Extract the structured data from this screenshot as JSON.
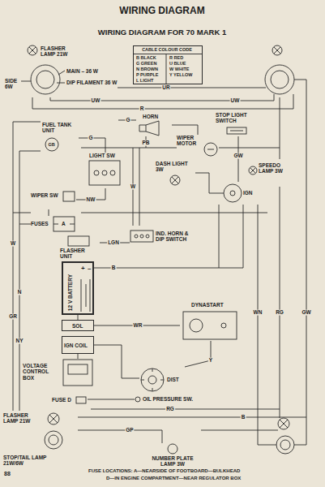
{
  "diagram": {
    "title": "WIRING DIAGRAM",
    "nodes": [
      {
        "text": [
          "FLASHER LAMP 21W",
          "MAIN – 36 W",
          "DIP FILAMENT 36 W",
          "SIDE 6W"
        ]
      },
      {
        "text": [
          "CABLE COLOUR CODE",
          "B BLACK",
          "R RED",
          "G GREEN",
          "U BLUE",
          "N BROWN",
          "W WHITE",
          "P PURPLE",
          "Y YELLOW",
          "L LIGHT"
        ]
      },
      {
        "text": [
          "FUEL TANK UNIT",
          "GB"
        ]
      },
      {
        "text": [
          "HORN"
        ]
      },
      {
        "text": [
          "WIPER MOTOR"
        ]
      },
      {
        "text": [
          "STOP LIGHT SWITCH"
        ]
      },
      {
        "text": [
          "LIGHT SW"
        ]
      },
      {
        "text": [
          "DASH LIGHT 3W"
        ]
      },
      {
        "text": [
          "SPEEDO LAMP 3W"
        ]
      },
      {
        "text": [
          "IGN"
        ]
      },
      {
        "text": [
          "WIPER SW"
        ]
      },
      {
        "text": [
          "FUSES",
          "A"
        ]
      },
      {
        "text": [
          "FLASHER UNIT"
        ]
      },
      {
        "text": [
          "IND. HORN & DIP SWITCH"
        ]
      },
      {
        "text": [
          "12 V BATTERY",
          "+",
          "–"
        ]
      },
      {
        "text": [
          "SOL"
        ]
      },
      {
        "text": [
          "IGN COIL"
        ]
      },
      {
        "text": [
          "DYNASTART"
        ]
      },
      {
        "text": [
          "VOLTAGE CONTROL BOX"
        ]
      },
      {
        "text": [
          "DIST"
        ]
      },
      {
        "text": [
          "OIL PRESSURE SW."
        ]
      },
      {
        "text": [
          "FUSE D"
        ]
      },
      {
        "text": [
          "FLASHER LAMP 21W",
          "STOP/TAIL LAMP 21W/6W"
        ]
      },
      {
        "text": [
          "NUMBER PLATE LAMP 3W"
        ]
      }
    ],
    "edges": [
      {
        "from": 2,
        "to": 6,
        "label": "G",
        "arrow": "none"
      },
      {
        "from": 3,
        "to": 4,
        "arrow": "none"
      },
      {
        "from": 5,
        "to": 9,
        "label": "GW",
        "arrow": "none"
      },
      {
        "from": 6,
        "to": 10,
        "label": "NW",
        "arrow": "none"
      },
      {
        "from": 10,
        "to": 11,
        "arrow": "none"
      },
      {
        "from": 12,
        "to": 13,
        "label": "LGN",
        "arrow": "none"
      },
      {
        "from": 14,
        "to": 15,
        "arrow": "none"
      },
      {
        "from": 15,
        "to": 17,
        "label": "WR",
        "arrow": "none"
      },
      {
        "from": 16,
        "to": 19,
        "arrow": "none"
      },
      {
        "from": 17,
        "to": 19,
        "label": "Y",
        "arrow": "none"
      },
      {
        "from": 20,
        "to": 21,
        "arrow": "none"
      },
      {
        "from": 16,
        "to": 18,
        "arrow": "none"
      },
      {
        "from": 22,
        "to": 23,
        "label": "GP",
        "arrow": "none"
      },
      {
        "from": 7,
        "to": 9,
        "arrow": "none"
      }
    ],
    "labels": [
      "WIRING DIAGRAM FOR 70 MARK 1",
      "UW",
      "UR",
      "UW",
      "R",
      "G",
      "PB",
      "W",
      "N",
      "GR",
      "NY",
      "WN",
      "RG",
      "GW",
      "RG",
      "B",
      "B",
      "W",
      "88",
      "FUSE LOCATIONS: A—NEARSIDE OF FOOTBOARD—BULKHEAD",
      "D—IN ENGINE COMPARTMENT—NEAR REGULATOR BOX"
    ]
  }
}
